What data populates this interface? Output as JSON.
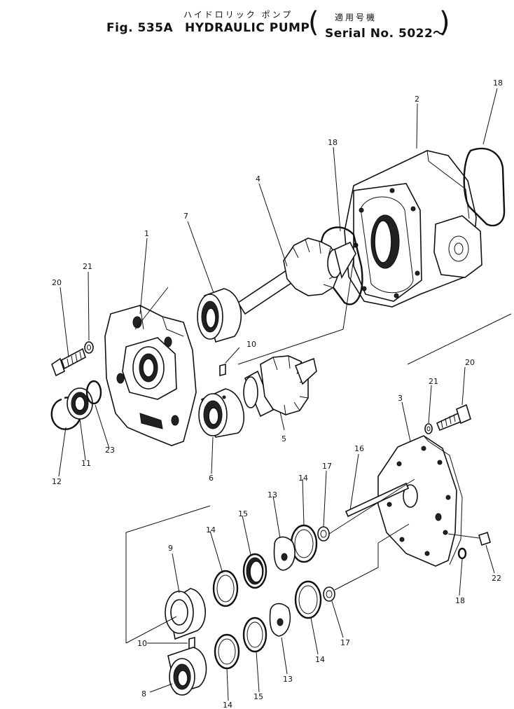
{
  "header": {
    "fig_label": "Fig. 535A",
    "title_en": "HYDRAULIC PUMP",
    "title_jp": "ハイドロリック ポンプ",
    "serial_jp": "適用号機",
    "serial": "Serial No. 5022～"
  },
  "callouts": [
    {
      "id": "c18a",
      "text": "18"
    },
    {
      "id": "c2",
      "text": "2"
    },
    {
      "id": "c18b",
      "text": "18"
    },
    {
      "id": "c4",
      "text": "4"
    },
    {
      "id": "c7",
      "text": "7"
    },
    {
      "id": "c1",
      "text": "1"
    },
    {
      "id": "c21a",
      "text": "21"
    },
    {
      "id": "c20a",
      "text": "20"
    },
    {
      "id": "c10a",
      "text": "10"
    },
    {
      "id": "c20b",
      "text": "20"
    },
    {
      "id": "c21b",
      "text": "21"
    },
    {
      "id": "c3",
      "text": "3"
    },
    {
      "id": "c5",
      "text": "5"
    },
    {
      "id": "c6",
      "text": "6"
    },
    {
      "id": "c23",
      "text": "23"
    },
    {
      "id": "c11",
      "text": "11"
    },
    {
      "id": "c12",
      "text": "12"
    },
    {
      "id": "c16",
      "text": "16"
    },
    {
      "id": "c17a",
      "text": "17"
    },
    {
      "id": "c14a",
      "text": "14"
    },
    {
      "id": "c13a",
      "text": "13"
    },
    {
      "id": "c15a",
      "text": "15"
    },
    {
      "id": "c14b",
      "text": "14"
    },
    {
      "id": "c9",
      "text": "9"
    },
    {
      "id": "c22",
      "text": "22"
    },
    {
      "id": "c18c",
      "text": "18"
    },
    {
      "id": "c17b",
      "text": "17"
    },
    {
      "id": "c14c",
      "text": "14"
    },
    {
      "id": "c13b",
      "text": "13"
    },
    {
      "id": "c10b",
      "text": "10"
    },
    {
      "id": "c8",
      "text": "8"
    },
    {
      "id": "c14d",
      "text": "14"
    },
    {
      "id": "c15b",
      "text": "15"
    }
  ]
}
